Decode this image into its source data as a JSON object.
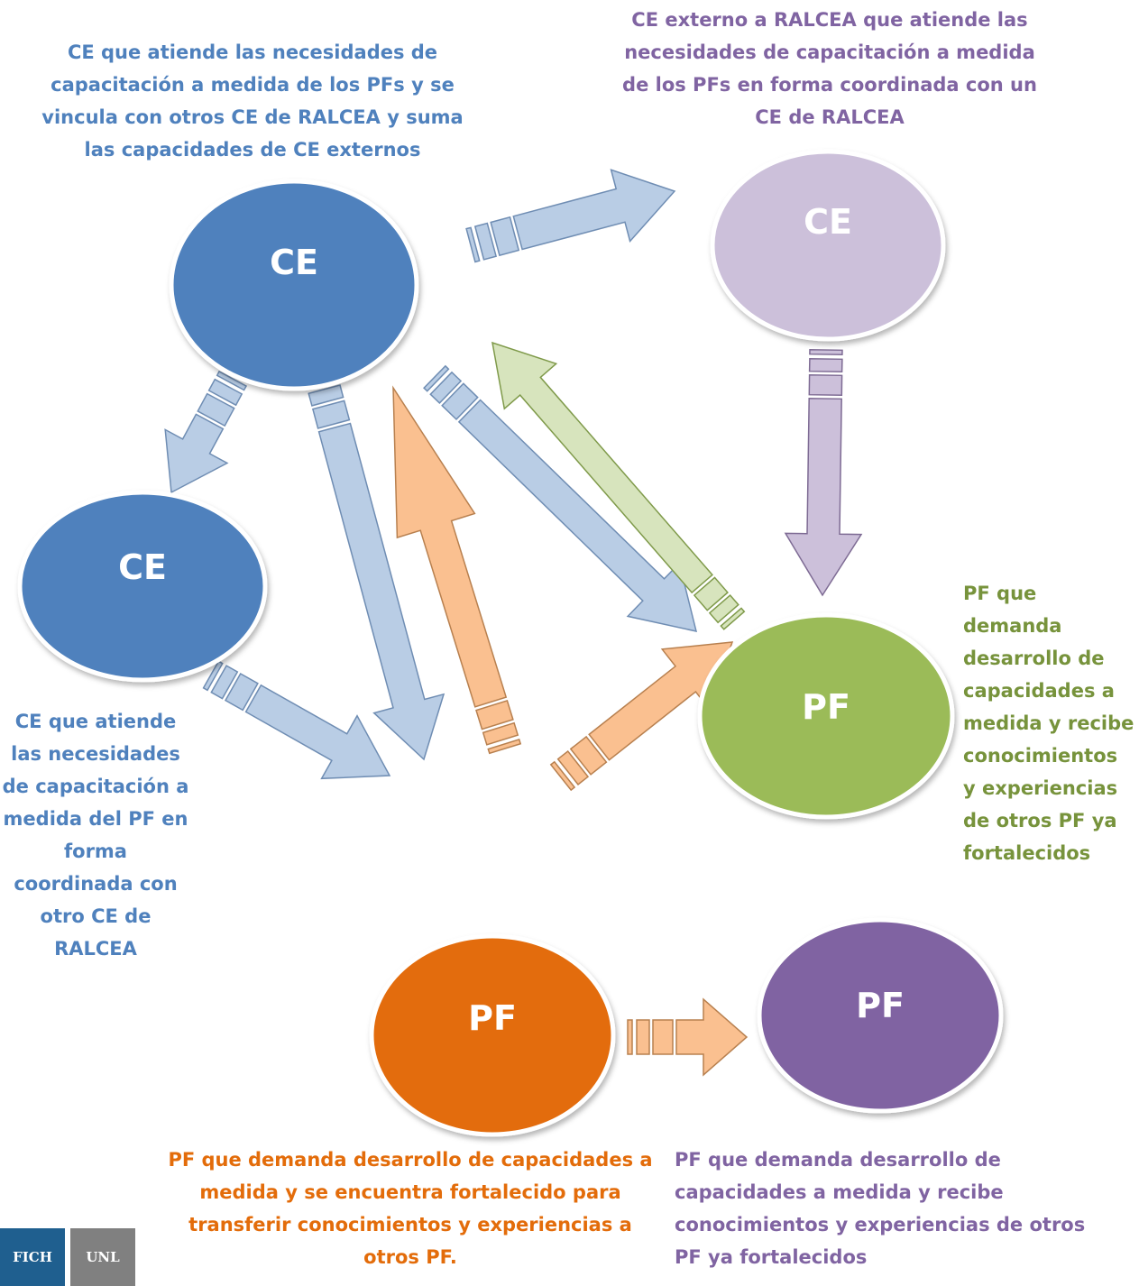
{
  "nodes": {
    "ce_main": "CE",
    "ce_left": "CE",
    "ce_external": "CE",
    "pf_orange": "PF",
    "pf_green": "PF",
    "pf_purple": "PF"
  },
  "captions": {
    "ce_main": "CE que atiende las necesidades de capacitación a medida de los PFs y se vincula con otros CE de RALCEA y suma las capacidades de CE externos",
    "ce_external": "CE externo a RALCEA que atiende las necesidades de capacitación a medida de los PFs en forma coordinada con un CE de RALCEA",
    "ce_left": "CE que atiende las necesidades de capacitación a medida del PF en forma coordinada con otro CE de RALCEA",
    "pf_green": "PF que demanda desarrollo de capacidades a medida y recibe conocimientos y experiencias de otros PF ya fortalecidos",
    "pf_orange": "PF que demanda desarrollo de capacidades a medida y se encuentra fortalecido para transferir conocimientos y experiencias a otros PF.",
    "pf_purple": "PF que demanda desarrollo de capacidades a medida y recibe conocimientos y experiencias de otros PF ya fortalecidos"
  },
  "logos": {
    "fich": "FICH",
    "unl": "UNL"
  },
  "colors": {
    "ce_blue": "#4f81bd",
    "ce_lilac": "#ccc0da",
    "pf_orange": "#e36c0a",
    "pf_green": "#9bbb59",
    "pf_purple": "#8064a2",
    "arrow_blue": "#b9cde5",
    "arrow_orange": "#fac090",
    "arrow_green": "#d7e4bd",
    "arrow_lilac": "#ccc0da",
    "caption_blue": "#4f81bd",
    "caption_purple": "#8064a2",
    "caption_green": "#77933c",
    "caption_orange": "#e36c0a"
  }
}
